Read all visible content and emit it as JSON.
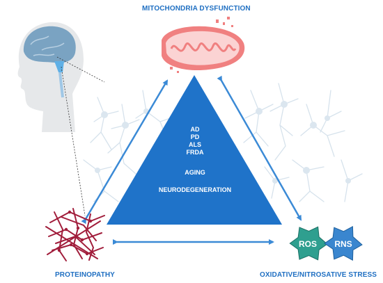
{
  "corners": {
    "top": "MITOCHONDRIA DYSFUNCTION",
    "left": "PROTEINOPATHY",
    "right": "OXIDATIVE/NITROSATIVE STRESS"
  },
  "triangle": {
    "diseases": [
      "AD",
      "PD",
      "ALS",
      "FRDA"
    ],
    "aging": "AGING",
    "neuro": "NEURODEGENERATION"
  },
  "stars": {
    "ros": "ROS",
    "rns": "RNS"
  },
  "colors": {
    "triangle": "#1f73c9",
    "label": "#1f6fc2",
    "arrow": "#3b8ad6",
    "mito_outer": "#f08080",
    "mito_inner": "#fbd3d3",
    "protein": "#a11d3b",
    "ros_star": "#2f9f8f",
    "rns_star": "#3a86cf",
    "neuron": "#d6e2ec",
    "head_skin": "#e6e8ea",
    "brain": "#7aa3c2"
  },
  "icons": [
    "brain-head-icon",
    "mitochondria-icon",
    "protein-aggregate-icon",
    "ros-star-icon",
    "rns-star-icon",
    "neuron-network-icon"
  ]
}
